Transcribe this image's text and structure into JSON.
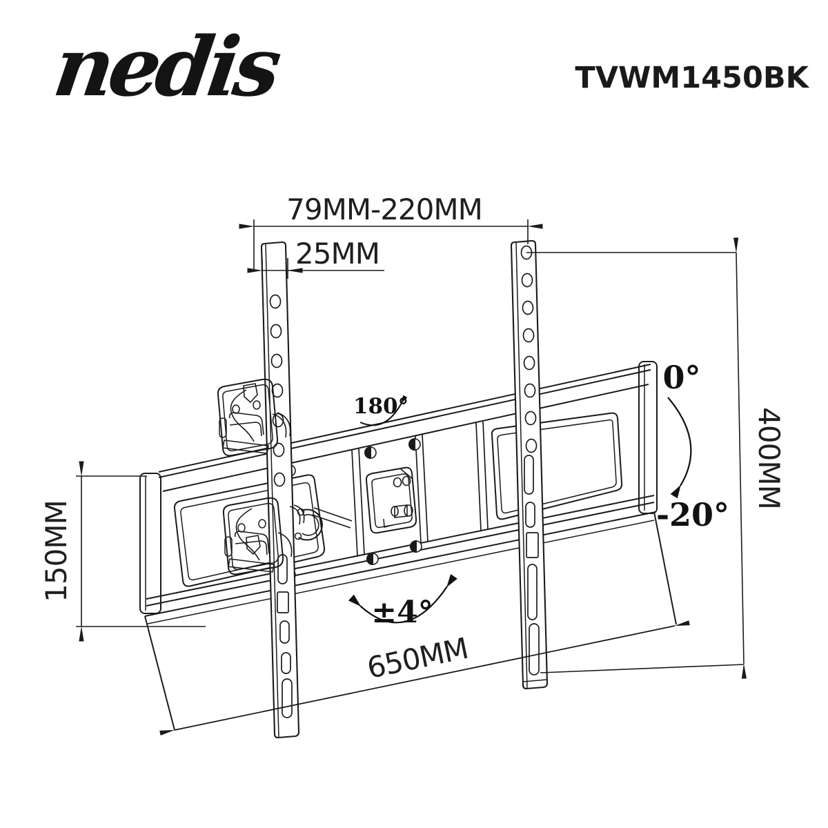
{
  "page": {
    "background": "#ffffff",
    "line_color": "#1a1a1a"
  },
  "header": {
    "brand": "nedis",
    "product_code": "TVWM1450BK"
  },
  "drawing": {
    "description": "Isometric technical line drawing of a full-motion TV wall mount bracket",
    "dimensions": {
      "extension_range": "79MM-220MM",
      "wall_profile": "25MM",
      "wall_plate_height": "150MM",
      "bracket_width": "650MM",
      "bracket_height": "400MM"
    },
    "angles": {
      "tilt_up": "0°",
      "tilt_down": "-20°",
      "swivel": "180°",
      "level_adjustment": "±4°"
    }
  }
}
